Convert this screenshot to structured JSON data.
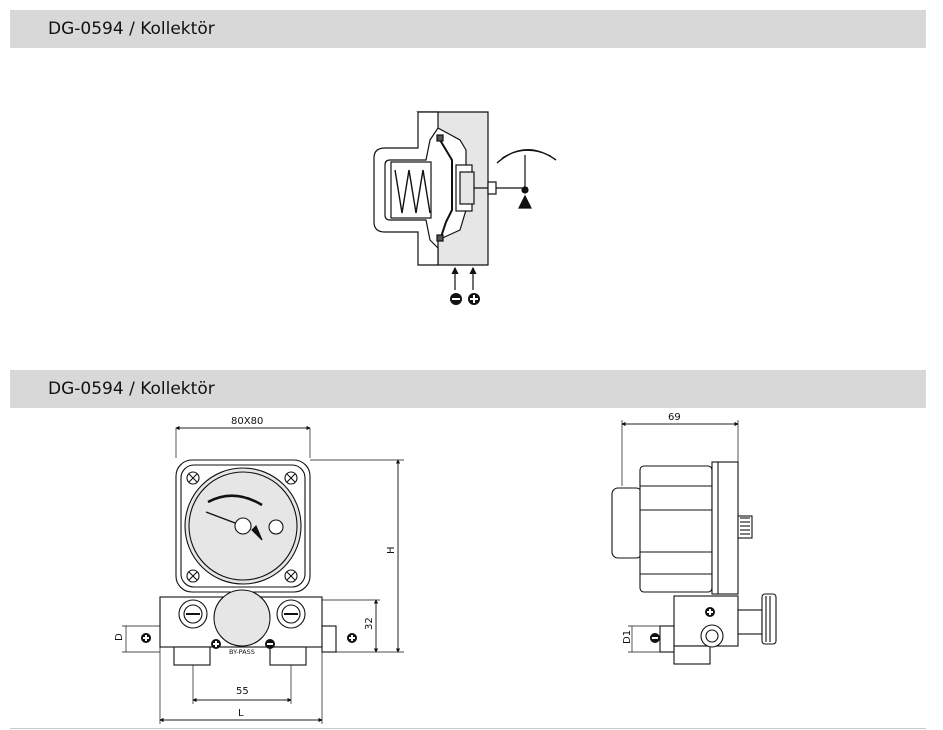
{
  "sections": [
    {
      "title": "DG-0594 / Kollektör"
    },
    {
      "title": "DG-0594 / Kollektör"
    }
  ],
  "dimensions": {
    "width_top": "80X80",
    "height": "H",
    "port_d": "D",
    "port_32": "32",
    "spacing_55": "55",
    "length": "L",
    "side_width": "69",
    "side_d1": "D1",
    "bypass_label": "BY-PASS"
  },
  "colors": {
    "bar_bg": "#d8d8d8",
    "drawing_fill": "#e6e6e6",
    "drawing_stroke": "#111111"
  },
  "icons": [
    "minus-port-icon",
    "plus-port-icon"
  ]
}
